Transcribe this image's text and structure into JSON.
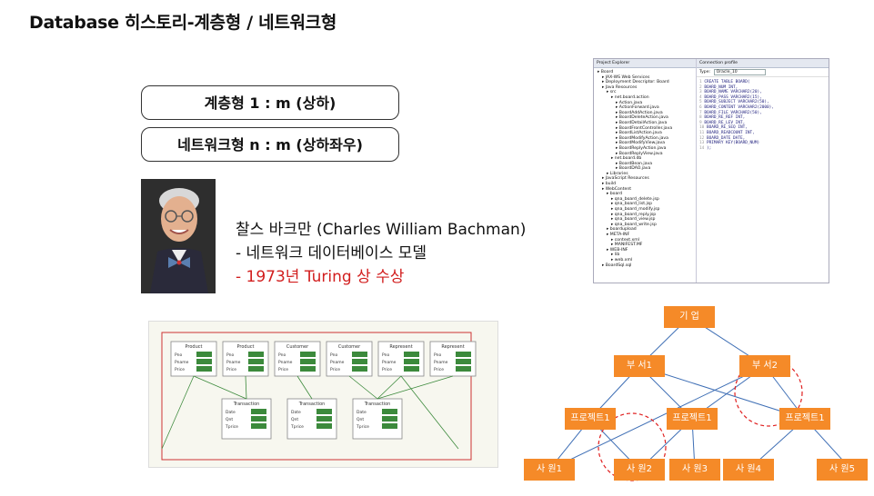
{
  "title": "Database 히스토리-계층형 / 네트워크형",
  "boxes": {
    "hierarchical": "계층형 1 : m (상하)",
    "network": "네트워크형 n : m (상하좌우)"
  },
  "caption": {
    "name": "찰스 바크만 (Charles William Bachman)",
    "line2": "- 네트워크 데이터베이스 모델",
    "line3": "- 1973년 Turing 상 수상"
  },
  "project_explorer": {
    "tab": "Project Explorer",
    "tree": [
      "Board",
      "JAX-WS Web Services",
      "Deployment Descriptor: Board",
      "Java Resources",
      "src",
      "net.board.action",
      "Action.java",
      "ActionForward.java",
      "BoardAddAction.java",
      "BoardDeleteAction.java",
      "BoardDetailAction.java",
      "BoardFrontController.java",
      "BoardListAction.java",
      "BoardModifyAction.java",
      "BoardModifyView.java",
      "BoardReplyAction.java",
      "BoardReplyView.java",
      "net.board.db",
      "BoardBean.java",
      "BoardDAO.java",
      "Libraries",
      "JavaScript Resources",
      "build",
      "WebContent",
      "board",
      "qna_board_delete.jsp",
      "qna_board_list.jsp",
      "qna_board_modify.jsp",
      "qna_board_reply.jsp",
      "qna_board_view.jsp",
      "qna_board_write.jsp",
      "boardupload",
      "META-INF",
      "context.xml",
      "MANIFEST.MF",
      "WEB-INF",
      "lib",
      "web.xml",
      "BoardSql.sql"
    ],
    "conn_label": "Connection profile",
    "type_label": "Type:",
    "type_value": "Oracle_10",
    "code": [
      "CREATE TABLE BOARD(",
      "  BOARD_NUM INT,",
      "  BOARD_NAME VARCHAR2(20),",
      "  BOARD_PASS VARCHAR2(15),",
      "  BOARD_SUBJECT VARCHAR2(50),",
      "  BOARD_CONTENT VARCHAR2(2000),",
      "  BOARD_FILE VARCHAR2(50),",
      "  BOARD_RE_REF INT,",
      "  BOARD_RE_LEV INT,",
      "  BOARD_RE_SEQ INT,",
      "  BOARD_READCOUNT INT,",
      "  BOARD_DATE DATE,",
      "  PRIMARY KEY(BOARD_NUM)",
      ");"
    ]
  },
  "network_diagram": {
    "top": [
      "Product",
      "Product",
      "Customer",
      "Customer",
      "Represent",
      "Represent"
    ],
    "bottom": [
      "Transaction",
      "Transaction",
      "Transaction"
    ],
    "fields_top": [
      "Pno",
      "Pname",
      "Price"
    ],
    "fields_bottom": [
      "Date",
      "Qnt",
      "Tprice"
    ]
  },
  "org_tree": {
    "root": "기 업",
    "dept1": "부 서1",
    "dept2": "부 서2",
    "proj1": "프로젝트1",
    "proj2": "프로젝트1",
    "proj3": "프로젝트1",
    "emp1": "사 원1",
    "emp2": "사 원2",
    "emp3": "사 원3",
    "emp4": "사 원4",
    "emp5": "사 원5"
  },
  "colors": {
    "node": "#f58a28",
    "edge": "#3f6fb5",
    "circle": "#e02020",
    "red_text": "#d21e1e"
  }
}
